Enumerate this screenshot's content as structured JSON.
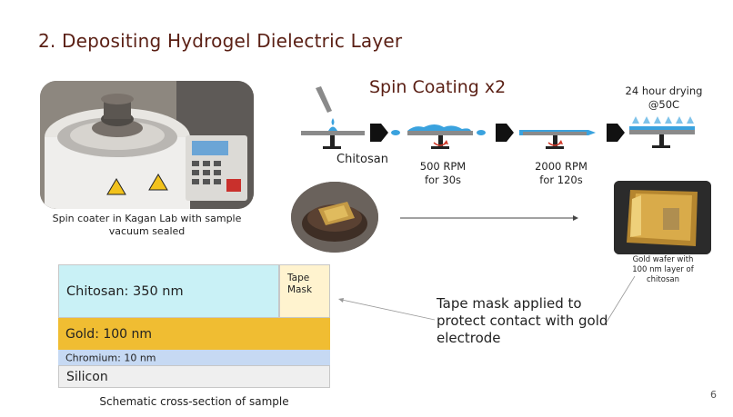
{
  "slide": {
    "title": "2. Depositing Hydrogel Dielectric Layer",
    "page_number": "6"
  },
  "photos": {
    "spin_coater_caption": "Spin coater in Kagan Lab with sample vacuum sealed",
    "gold_wafer_caption": "Gold wafer with 100 nm layer of chitosan"
  },
  "process": {
    "title": "Spin Coating x2",
    "steps": [
      {
        "label": "Chitosan"
      },
      {
        "label": "500 RPM for 30s"
      },
      {
        "label": "2000 RPM for 120s"
      },
      {
        "label": "24 hour drying @50C"
      }
    ],
    "colors": {
      "liquid": "#3aa2de",
      "substrate": "#8a8a8a",
      "arrow": "#111111",
      "rotation": "#d03a2a"
    }
  },
  "cross_section": {
    "caption": "Schematic cross-section of sample",
    "layers": [
      {
        "label": "Chitosan: 350 nm",
        "color": "#c9f1f6"
      },
      {
        "label": "Tape Mask",
        "color": "#fff3cf"
      },
      {
        "label": "Gold: 100 nm",
        "color": "#f0bd32"
      },
      {
        "label": "Chromium: 10 nm",
        "color": "#c6d9f3"
      },
      {
        "label": "Silicon",
        "color": "#efefef"
      }
    ]
  },
  "annotation": {
    "tape_mask_note": "Tape mask applied to protect contact with gold electrode"
  }
}
